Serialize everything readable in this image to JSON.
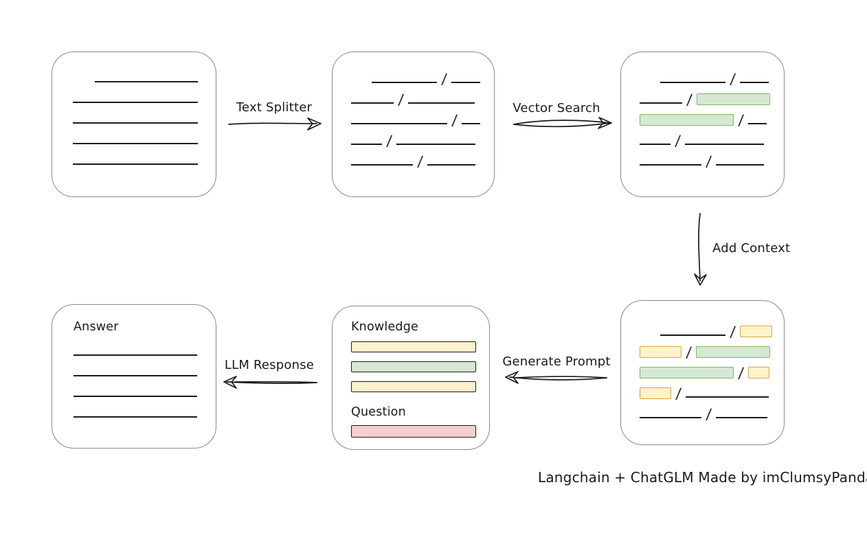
{
  "caption": "Langchain + ChatGLM Made by imClumsyPanda",
  "colors": {
    "green_fill": "#d5e8d4",
    "green_stroke": "#82b366",
    "yellow_fill": "#fff2cc",
    "yellow_stroke": "#d6a73d",
    "red_fill": "#f8cecc",
    "red_stroke": "#b85450",
    "box_stroke": "#8a8a8a",
    "ink": "#1a1a1a"
  },
  "arrows": {
    "text_splitter": {
      "label": "Text Splitter"
    },
    "vector_search": {
      "label": "Vector Search"
    },
    "add_context": {
      "label": "Add Context"
    },
    "generate_prompt": {
      "label": "Generate Prompt"
    },
    "llm_response": {
      "label": "LLM Response"
    }
  },
  "boxes": {
    "document": {
      "rows": [
        {
          "ind": 32,
          "segs": [
            {
              "t": "line",
              "w": 150
            }
          ]
        },
        {
          "segs": [
            {
              "t": "line",
              "w": 182
            }
          ]
        },
        {
          "segs": [
            {
              "t": "line",
              "w": 182
            }
          ]
        },
        {
          "segs": [
            {
              "t": "line",
              "w": 182
            }
          ]
        },
        {
          "segs": [
            {
              "t": "line",
              "w": 182
            }
          ]
        }
      ]
    },
    "split_text": {
      "rows": [
        {
          "ind": 30,
          "segs": [
            {
              "t": "line",
              "w": 95
            },
            {
              "t": "slash"
            },
            {
              "t": "line",
              "w": 42
            }
          ]
        },
        {
          "segs": [
            {
              "t": "line",
              "w": 62
            },
            {
              "t": "slash"
            },
            {
              "t": "line",
              "w": 97
            }
          ]
        },
        {
          "segs": [
            {
              "t": "line",
              "w": 140
            },
            {
              "t": "slash"
            },
            {
              "t": "line",
              "w": 27
            }
          ]
        },
        {
          "segs": [
            {
              "t": "line",
              "w": 45
            },
            {
              "t": "slash"
            },
            {
              "t": "line",
              "w": 115
            }
          ]
        },
        {
          "segs": [
            {
              "t": "line",
              "w": 90
            },
            {
              "t": "slash"
            },
            {
              "t": "line",
              "w": 70
            }
          ]
        }
      ]
    },
    "vector_matches": {
      "rows": [
        {
          "ind": 30,
          "segs": [
            {
              "t": "line",
              "w": 95
            },
            {
              "t": "slash"
            },
            {
              "t": "line",
              "w": 42
            }
          ]
        },
        {
          "segs": [
            {
              "t": "line",
              "w": 62
            },
            {
              "t": "slash"
            },
            {
              "t": "chunk",
              "c": "green",
              "w": 107
            }
          ]
        },
        {
          "segs": [
            {
              "t": "chunk",
              "c": "green",
              "w": 137
            },
            {
              "t": "slash"
            },
            {
              "t": "line",
              "w": 27
            }
          ]
        },
        {
          "segs": [
            {
              "t": "line",
              "w": 45
            },
            {
              "t": "slash"
            },
            {
              "t": "line",
              "w": 115
            }
          ]
        },
        {
          "segs": [
            {
              "t": "line",
              "w": 90
            },
            {
              "t": "slash"
            },
            {
              "t": "line",
              "w": 70
            }
          ]
        }
      ]
    },
    "context": {
      "rows": [
        {
          "ind": 30,
          "segs": [
            {
              "t": "line",
              "w": 95
            },
            {
              "t": "slash"
            },
            {
              "t": "chunk",
              "c": "yellow",
              "w": 47
            }
          ]
        },
        {
          "segs": [
            {
              "t": "chunk",
              "c": "yellow",
              "w": 61
            },
            {
              "t": "slash"
            },
            {
              "t": "chunk",
              "c": "green",
              "w": 108
            }
          ]
        },
        {
          "segs": [
            {
              "t": "chunk",
              "c": "green",
              "w": 137
            },
            {
              "t": "slash"
            },
            {
              "t": "chunk",
              "c": "yellow",
              "w": 31
            }
          ]
        },
        {
          "segs": [
            {
              "t": "chunk",
              "c": "yellow",
              "w": 46
            },
            {
              "t": "slash"
            },
            {
              "t": "line",
              "w": 121
            }
          ]
        },
        {
          "segs": [
            {
              "t": "line",
              "w": 90
            },
            {
              "t": "slash"
            },
            {
              "t": "line",
              "w": 75
            }
          ]
        }
      ]
    },
    "prompt": {
      "knowledge_label": "Knowledge",
      "knowledge_bars": [
        "yellow",
        "green",
        "yellow"
      ],
      "question_label": "Question",
      "question_bars": [
        "red"
      ]
    },
    "answer": {
      "label": "Answer",
      "rows": [
        {
          "segs": [
            {
              "t": "line",
              "w": 180
            }
          ]
        },
        {
          "segs": [
            {
              "t": "line",
              "w": 180
            }
          ]
        },
        {
          "segs": [
            {
              "t": "line",
              "w": 180
            }
          ]
        },
        {
          "segs": [
            {
              "t": "line",
              "w": 180
            }
          ]
        }
      ]
    }
  }
}
